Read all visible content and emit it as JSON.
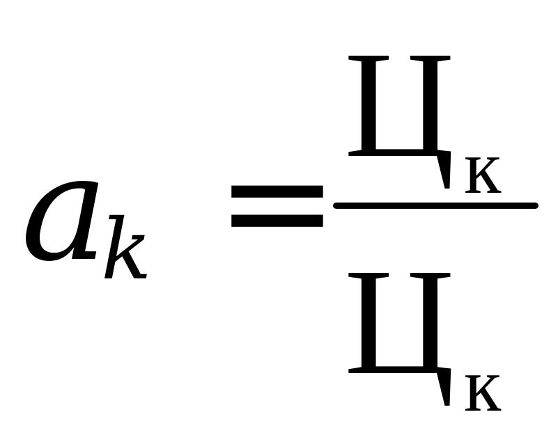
{
  "formula": {
    "lhs": {
      "variable": "a",
      "subscript": "k"
    },
    "operator": "=",
    "numerator": {
      "symbol": "Ц",
      "subscript": "к"
    },
    "denominator": {
      "symbol": "Ц",
      "subscript": "к"
    }
  },
  "colors": {
    "text": "#000000",
    "background": "#ffffff"
  }
}
